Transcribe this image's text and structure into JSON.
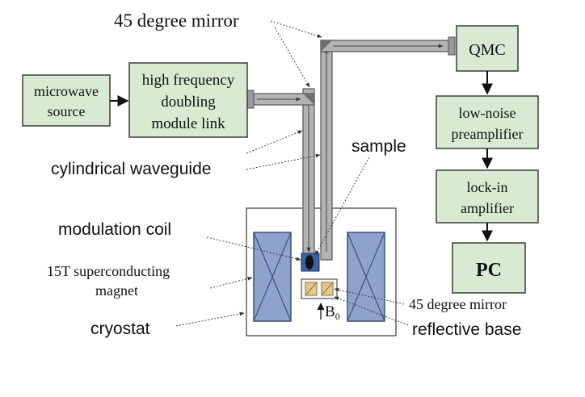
{
  "labels": {
    "mirror_top": "45 degree mirror",
    "qmc": "QMC",
    "microwave_source": [
      "microwave",
      "source"
    ],
    "doubling_module": [
      "high frequency",
      "doubling",
      "module link"
    ],
    "preamplifier": [
      "low-noise",
      "preamplifier"
    ],
    "lockin": [
      "lock-in",
      "amplifier"
    ],
    "pc": "PC",
    "sample": "sample",
    "waveguide": "cylindrical waveguide",
    "modulation_coil": "modulation coil",
    "magnet": [
      "15T superconducting",
      "magnet"
    ],
    "cryostat": "cryostat",
    "mirror_bottom": "45 degree mirror",
    "reflective_base": "reflective base",
    "b0": "B",
    "b0_sub": "0"
  },
  "colors": {
    "box_fill": "#d9ead3",
    "box_stroke": "#3a3a3a",
    "guide_fill": "#b3b3b3",
    "guide_stroke": "#555555",
    "magnet_fill": "#8ea3cc",
    "magnet_stroke": "#3d4f7a",
    "base_fill": "#e0c98a"
  }
}
